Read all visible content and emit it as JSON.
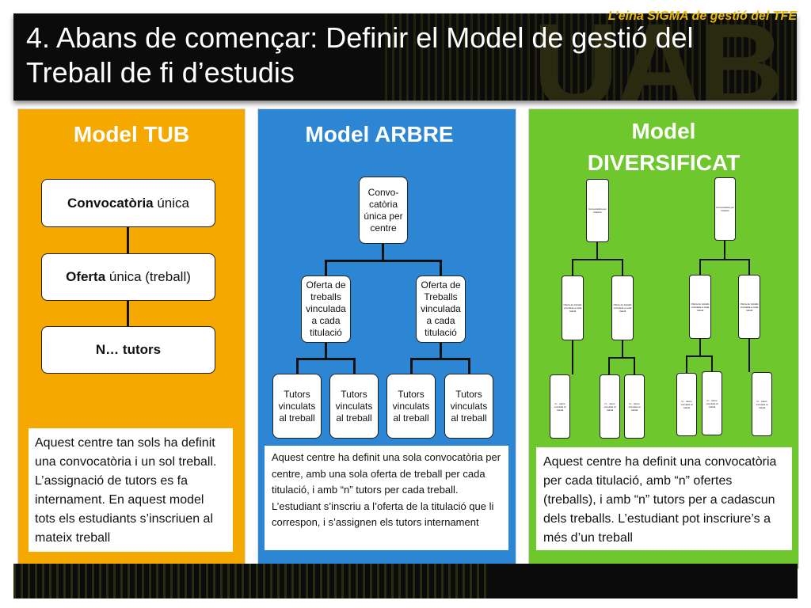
{
  "slide": {
    "title": "4. Abans de començar: Definir el Model de gestió del Treball de fi d’estudis",
    "footer": "L’eina SIGMA de gestió del TFE",
    "background_letters": "UAB"
  },
  "colors": {
    "tub": "#f5a800",
    "arbre": "#2d86d3",
    "diversificat": "#6ec72d",
    "banner": "#0b0b0b",
    "footer_text": "#e6b800"
  },
  "models": {
    "tub": {
      "title": "Model TUB",
      "convocatoria_bold": "Convocatòria",
      "convocatoria_rest": " única",
      "oferta_bold": "Oferta",
      "oferta_rest": " única (treball)",
      "tutors": "N… tutors",
      "description": "Aquest centre tan sols ha definit una convocatòria i un sol treball. L’assignació de tutors es fa internament. En aquest model tots els estudiants s’inscriuen al mateix treball"
    },
    "arbre": {
      "title": "Model ARBRE",
      "root": "Convo-catòria única per centre",
      "oferta": "Oferta de treballs vinculada a cada titulació",
      "oferta2": "Oferta de Treballs vinculada a cada titulació",
      "tutors": "Tutors vinculats al treball",
      "description": "Aquest centre ha definit una sola convocatòria per centre, amb una sola oferta de treball per cada titulació, i amb “n” tutors per cada treball. L’estudiant s’inscriu a l’oferta de la titulació que li correspon, i s’assignen els tutors internament"
    },
    "diversificat": {
      "title_line1": "Model",
      "title_line2": "DIVERSIFICAT",
      "root": "Convocatòria per titulació",
      "oferta": "Oferta de treballs vinculada a cada treball",
      "tutors": "N... tutors vinculats al treball",
      "description": "Aquest centre ha definit una convocatòria per  cada titulació, amb “n” ofertes (treballs), i amb “n” tutors per a cadascun dels treballs. L’estudiant pot inscriure’s a més d’un treball"
    }
  }
}
